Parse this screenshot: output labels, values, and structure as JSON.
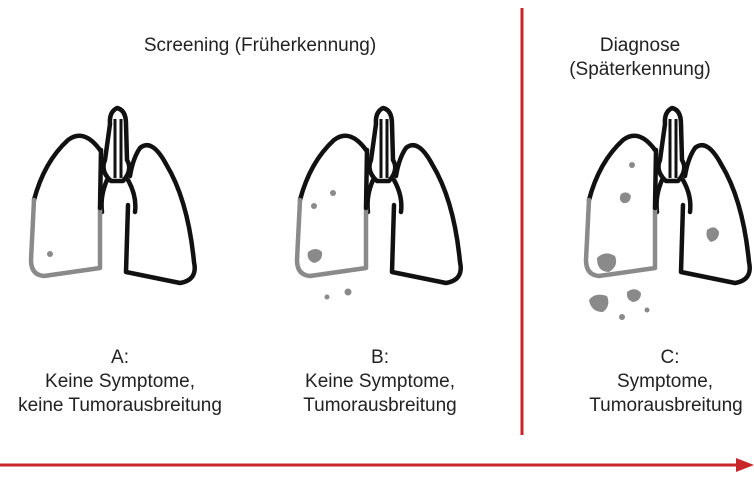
{
  "screening_header": "Screening (Früherkennung)",
  "diagnosis_header_line1": "Diagnose",
  "diagnosis_header_line2": "(Späterkennung)",
  "stages": [
    {
      "id": "A:",
      "line1": "Keine Symptome,",
      "line2": "keine Tumorausbreitung"
    },
    {
      "id": "B:",
      "line1": "Keine Symptome,",
      "line2": "Tumorausbreitung"
    },
    {
      "id": "C:",
      "line1": "Symptome,",
      "line2": "Tumorausbreitung"
    }
  ],
  "colors": {
    "accent_red": "#c8262a",
    "outline": "#111111",
    "tumor": "#8a8a8a"
  },
  "icons": [
    "lung-icon",
    "timeline-arrow-icon"
  ]
}
